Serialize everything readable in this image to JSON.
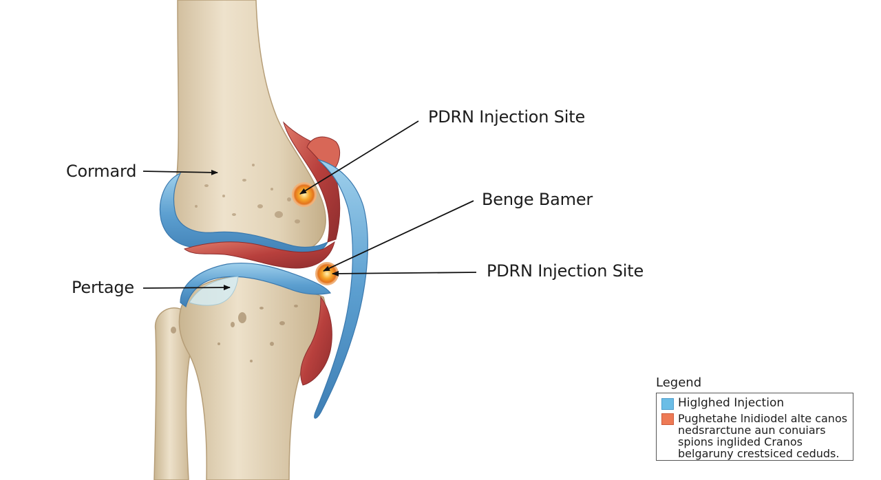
{
  "labels": {
    "cormard": "Cormard",
    "pertage": "Pertage",
    "injection_top": "PDRN Injection Site",
    "benge_bamer": "Benge Bamer",
    "injection_bottom": "PDRN Injection Site"
  },
  "legend": {
    "title": "Legend",
    "items": [
      {
        "color": "#6bbde6",
        "text": "Higlghed Injection"
      },
      {
        "color": "#ee7a55",
        "text": "Pughetahe lnidiodel alte canos nedsrarctune aun conuiars spions inglided Cranos belgaruny crestsiced ceduds."
      }
    ]
  },
  "colors": {
    "bone": "#e3d5bd",
    "cartilage": "#6aa8d4",
    "synovium": "#b84a48",
    "injection": "#f19b2a"
  }
}
